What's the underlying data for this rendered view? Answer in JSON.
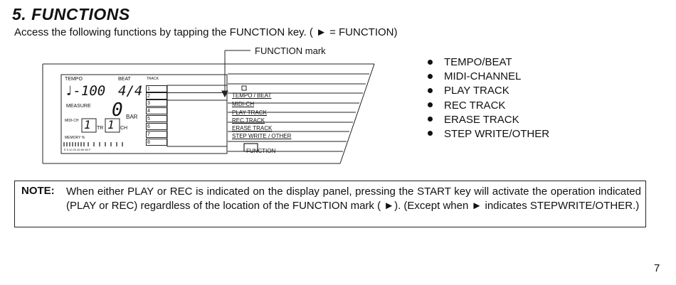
{
  "section": {
    "title": "5.  FUNCTIONS",
    "intro": "Access the following functions by tapping the FUNCTION key. ( ► = FUNCTION)"
  },
  "diagram": {
    "function_mark_label": "FUNCTION mark",
    "lcd": {
      "tempo_label": "TEMPO",
      "beat_label": "BEAT",
      "track_label": "TRACK",
      "tempo_value": "♩-100",
      "beat_value": "4/4",
      "measure_label": "MEASURE",
      "measure_value": "0",
      "bar_label": "BAR",
      "midi_ch_label": "MIDI-CH",
      "tr_value": "1",
      "tr_label": "TR",
      "ch_value": "1",
      "ch_label": "CH",
      "memory_label": "MEMORY %",
      "memory_scale": "E   5    10 20 40  60 80  F"
    },
    "track_numbers": [
      "1",
      "2",
      "3",
      "4",
      "5",
      "6",
      "7",
      "8"
    ],
    "menu_items": [
      "TEMPO / BEAT",
      "MIDI-CH",
      "PLAY TRACK",
      "REC TRACK",
      "ERASE TRACK",
      "STEP WRITE / OTHER"
    ],
    "function_button_label": "FUNCTION"
  },
  "functions_list": [
    "TEMPO/BEAT",
    "MIDI-CHANNEL",
    "PLAY TRACK",
    "REC TRACK",
    "ERASE TRACK",
    "STEP WRITE/OTHER"
  ],
  "note": {
    "label": "NOTE:",
    "text": "When either PLAY or REC is indicated on the display panel, pressing the START key will activate the operation indicated (PLAY or REC) regardless of the location of the FUNCTION mark ( ►).  (Except when ► indicates STEPWRITE/OTHER.)"
  },
  "page_number": "7"
}
